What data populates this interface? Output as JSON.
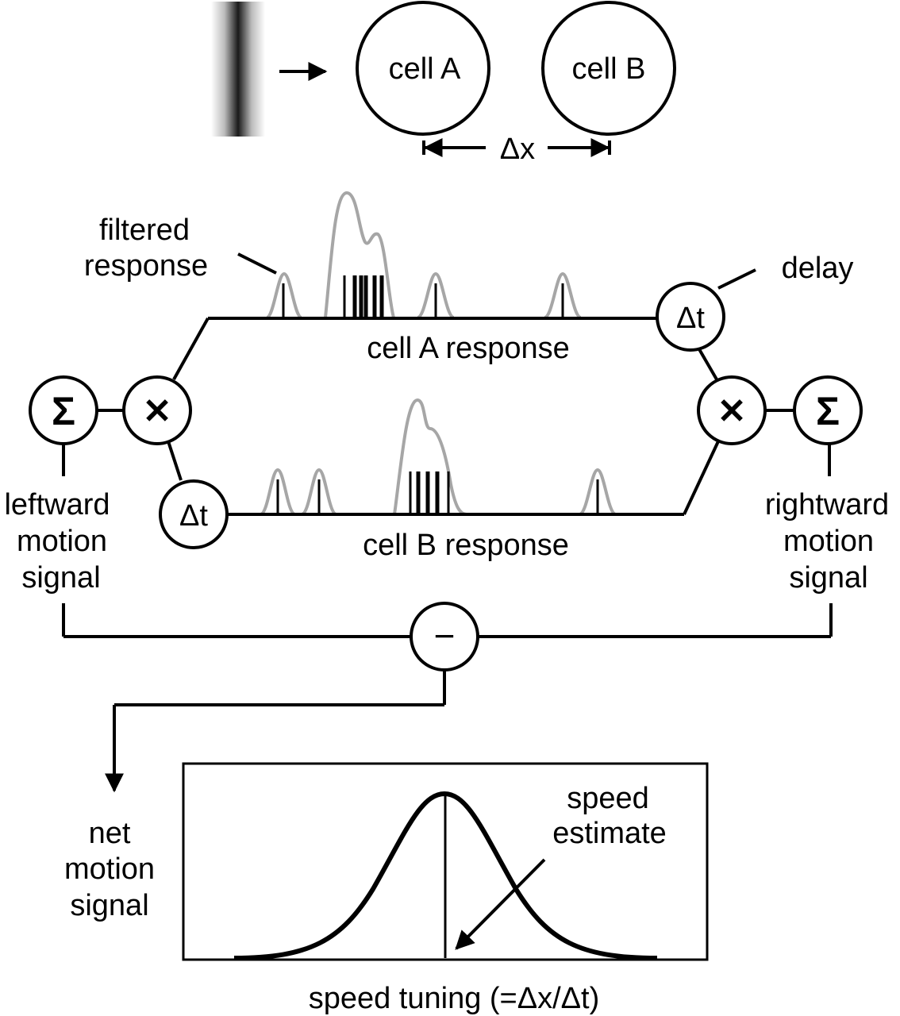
{
  "cells": {
    "cell_a": "cell A",
    "cell_b": "cell B",
    "distance": "Δx"
  },
  "responses": {
    "filtered_line1": "filtered",
    "filtered_line2": "response",
    "cell_a_response": "cell A response",
    "cell_b_response": "cell B response",
    "delay": "delay"
  },
  "operators": {
    "sum": "Σ",
    "multiply": "✕",
    "delay": "Δt",
    "subtract": "−"
  },
  "signals": {
    "leftward": [
      "leftward",
      "motion",
      "signal"
    ],
    "rightward": [
      "rightward",
      "motion",
      "signal"
    ],
    "net": [
      "net",
      "motion",
      "signal"
    ]
  },
  "tuning": {
    "estimate_line1": "speed",
    "estimate_line2": "estimate",
    "caption": "speed tuning (=Δx/Δt)"
  }
}
